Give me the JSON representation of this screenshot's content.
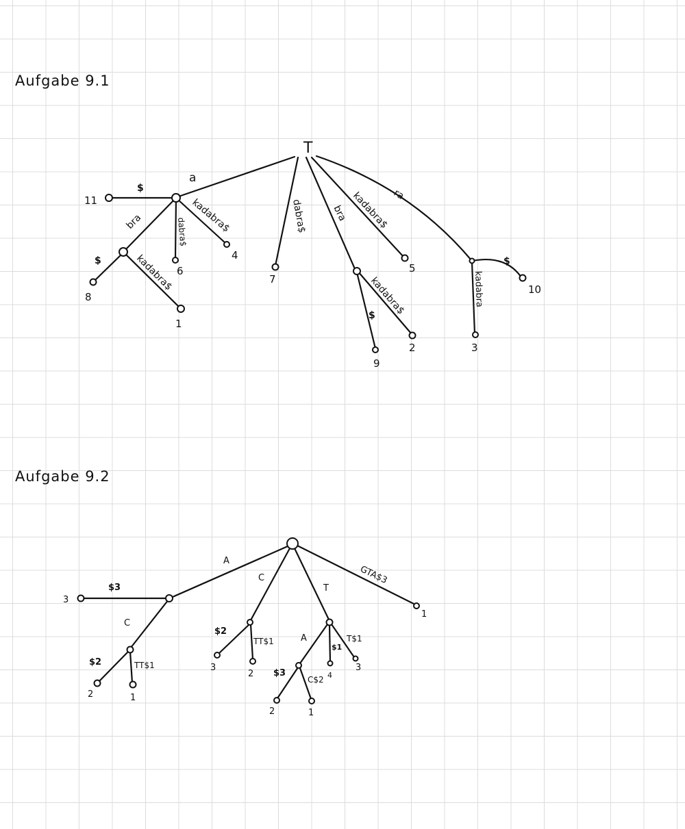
{
  "headings": {
    "task1": "Aufgabe 9.1",
    "task2": "Aufgabe 9.2"
  },
  "tree1": {
    "root": "T",
    "edges": {
      "a": "a",
      "s11": "$",
      "bra": "bra",
      "dabra6": "dabra$",
      "kadabra4": "kadabra$",
      "s8": "$",
      "kadabra1": "kadabra$",
      "dabra7": "dabra$",
      "bra2": "bra",
      "kadabra5": "kadabra$",
      "ra": "ra",
      "s9": "$",
      "kadabra2": "kadabra$",
      "s10": "$",
      "kadabra3": "kadabra"
    },
    "leaves": {
      "l11": "11",
      "l6": "6",
      "l4": "4",
      "l8": "8",
      "l1": "1",
      "l7": "7",
      "l5": "5",
      "l9": "9",
      "l2": "2",
      "l10": "10",
      "l3": "3"
    }
  },
  "tree2": {
    "edges": {
      "A": "A",
      "C": "C",
      "T": "T",
      "GTA": "GTA$3",
      "s3": "$3",
      "C2": "C",
      "s2a": "$2",
      "TT1a": "TT$1",
      "s2b": "$2",
      "TT1b": "TT$1",
      "A2": "A",
      "s1": "$1",
      "TS1": "T$1",
      "s3b": "$3",
      "CS2": "C$2"
    },
    "leaves": {
      "l3a": "3",
      "l1a": "1",
      "l2a": "2",
      "l1b": "1",
      "l3b": "3",
      "l2b": "2",
      "l4": "4",
      "l3c": "3",
      "l2c": "2",
      "l1c": "1"
    }
  }
}
